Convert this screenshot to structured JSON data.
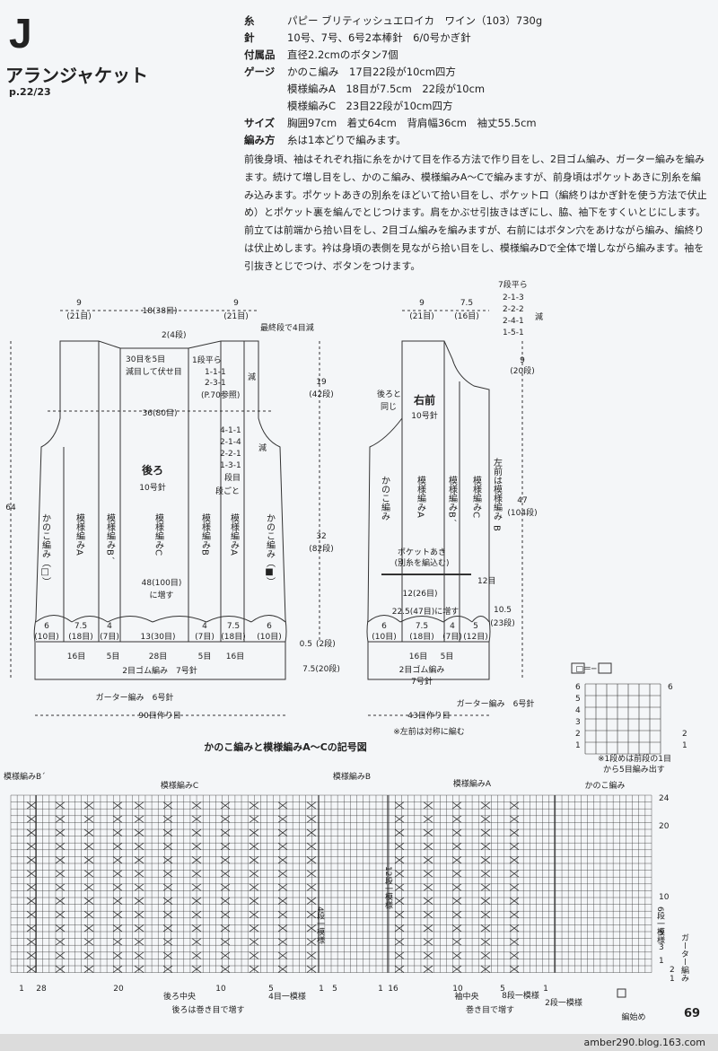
{
  "header": {
    "code": "J",
    "title": "アランジャケット",
    "pages": "p.22/23"
  },
  "spec": {
    "yarn_label": "糸",
    "yarn_value": "パピー ブリティッシュエロイカ　ワイン（103）730g",
    "needle_label": "針",
    "needle_value": "10号、7号、6号2本棒針　6/0号かぎ針",
    "notions_label": "付属品",
    "notions_value": "直径2.2cmのボタン7個",
    "gauge_label": "ゲージ",
    "gauge_1": "かのこ編み　17目22段が10cm四方",
    "gauge_2": "模様編みA　18目が7.5cm　22段が10cm",
    "gauge_3": "模様編みC　23目22段が10cm四方",
    "size_label": "サイズ",
    "size_value": "胸囲97cm　着丈64cm　背肩幅36cm　袖丈55.5cm",
    "method_label": "編み方",
    "method_value": "糸は1本どりで編みます。"
  },
  "instructions": "前後身頃、袖はそれぞれ指に糸をかけて目を作る方法で作り目をし、2目ゴム編み、ガーター編みを編みます。続けて増し目をし、かのこ編み、模様編みA～Cで編みますが、前身頃はポケットあきに別糸を編み込みます。ポケットあきの別糸をほどいて拾い目をし、ポケット口（編終りはかぎ針を使う方法で伏止め）とポケット裏を編んでとじつけます。肩をかぶせ引抜きはぎにし、脇、袖下をすくいとじにします。前立ては前端から拾い目をし、2目ゴム編みを編みますが、右前にはボタン穴をあけながら編み、編終りは伏止めします。衿は身頃の表側を見ながら拾い目をし、模様編みDで全体で増しながら編みます。袖を引抜きとじでつけ、ボタンをつけます。",
  "back": {
    "top_w_left": "9",
    "top_w_left_2": "(21目)",
    "top_w_mid": "18(38目)",
    "top_w_right": "9",
    "top_w_right_2": "(21目)",
    "last_row": "最終段で4目減",
    "neck_depth": "2(4段)",
    "neck_note_1": "30目を5目",
    "neck_note_2": "減目して伏せ目",
    "neck_dec_1": "1段平ら",
    "neck_dec_2": "1-1-1",
    "neck_dec_3": "2-3-1",
    "neck_dec_4": "(P.70参照)",
    "neck_dec_5": "減",
    "width_36": "36(80目)",
    "arm_1": "4-1-1",
    "arm_2": "2-1-4",
    "arm_3": "2-2-1",
    "arm_4": "1-3-1",
    "arm_5": "段目",
    "arm_6": "段ごと",
    "arm_7": "減",
    "name": "後ろ",
    "needle": "10号針",
    "height_19": "19",
    "height_42": "(42段)",
    "total_64": "64",
    "height_32": "32",
    "height_82": "(82段)",
    "col_kanoko_l": "かのこ編み（□）",
    "col_a": "模様編みA",
    "col_b2": "模様編みB´",
    "col_c": "模様編みC",
    "col_b": "模様編みB",
    "col_a2": "模様編みA",
    "col_kanoko_r": "かのこ編み（■）",
    "inc_1": "48(100目)",
    "inc_2": "に増す",
    "b_6": "6",
    "b_10": "(10目)",
    "b_75": "7.5",
    "b_18": "(18目)",
    "b_4": "4",
    "b_7": "(7目)",
    "b_13": "13(30目)",
    "b_4r": "4",
    "b_7r": "(7目)",
    "b_75r": "7.5",
    "b_18r": "(18目)",
    "b_6r": "6",
    "b_10r": "(10目)",
    "c_16": "16目",
    "c_5": "5目",
    "c_28": "28目",
    "c_5r": "5目",
    "c_16r": "16目",
    "rib": "2目ゴム編み　7号針",
    "garter": "ガーター編み　6号針",
    "cast_on": "90目作り目",
    "h_05": "0.5",
    "h_2": "(2段)",
    "h_75": "7.5(20段)"
  },
  "front": {
    "top_9": "9",
    "top_21": "(21目)",
    "top_75": "7.5",
    "top_16": "(16目)",
    "neck_1": "7段平ら",
    "neck_2": "2-1-3",
    "neck_3": "2-2-2",
    "neck_4": "2-4-1",
    "neck_5": "1-5-1",
    "neck_6": "減",
    "nd_9": "9",
    "nd_20": "(20段)",
    "same_1": "後ろと",
    "same_2": "同じ",
    "name": "右前",
    "needle": "10号針",
    "col_kanoko": "かのこ編み",
    "col_a": "模様編みA",
    "col_b": "模様編みB´",
    "col_c": "模様編みC",
    "mirror_1": "左前は模様編み",
    "mirror_2": "B",
    "h_47": "47",
    "h_104": "(104段)",
    "pocket_1": "ポケットあき",
    "pocket_2": "(別糸を編込む)",
    "pocket_12": "12目",
    "pocket_w": "12(26目)",
    "inc": "22.5(47目)に増す",
    "h_105": "10.5",
    "h_23": "(23段)",
    "f_6": "6",
    "f_10": "(10目)",
    "f_75": "7.5",
    "f_18": "(18目)",
    "f_4": "4",
    "f_7": "(7目)",
    "f_5": "5",
    "f_12": "(12目)",
    "c_16": "16目",
    "c_5": "5目",
    "rib_1": "2目ゴム編み",
    "rib_2": "7号針",
    "garter": "ガーター編み　6号針",
    "cast_on": "43目作り目",
    "note": "※左前は対称に編む"
  },
  "chart": {
    "title": "かのこ編みと模様編みA～Cの記号図",
    "label_b2": "模様編みB´",
    "label_c": "模様編みC",
    "label_b": "模様編みB",
    "label_a": "模様編みA",
    "label_kanoko": "かのこ編み",
    "row_24": "24",
    "row_20": "20",
    "row_10": "10",
    "row_5": "5",
    "row_3": "3",
    "row_1": "1",
    "g_2": "2",
    "g_1": "1",
    "garter": "ガーター編み",
    "rep_4": "4段一模様",
    "rep_12": "12段一模様",
    "rep_6": "6段一模様",
    "col_1": "1",
    "col_28": "28",
    "col_20": "20",
    "col_10": "10",
    "col_5": "5",
    "col_1b": "1",
    "col_5b": "5",
    "col_1c": "1",
    "col_16": "16",
    "col_10c": "10",
    "col_5c": "5",
    "col_1d": "1",
    "center_back": "後ろ中央",
    "wrap": "後ろは巻き目で増す",
    "rep_4s": "4目一模様",
    "sleeve_center": "袖中央",
    "wrap2": "巻き目で増す",
    "rep_8": "8段一模様",
    "rep_2": "2段一模様",
    "start": "編始め",
    "legend_eq": "□＝─"
  },
  "legend": {
    "r6": "6",
    "r5": "5",
    "r4": "4",
    "r3": "3",
    "r2": "2",
    "r1": "1",
    "m6": "6",
    "m2": "2",
    "m1": "1",
    "note_1": "※1段めは前段の1目",
    "note_2": "から5目編み出す"
  },
  "page_number": "69",
  "footer_url": "amber290.blog.163.com"
}
